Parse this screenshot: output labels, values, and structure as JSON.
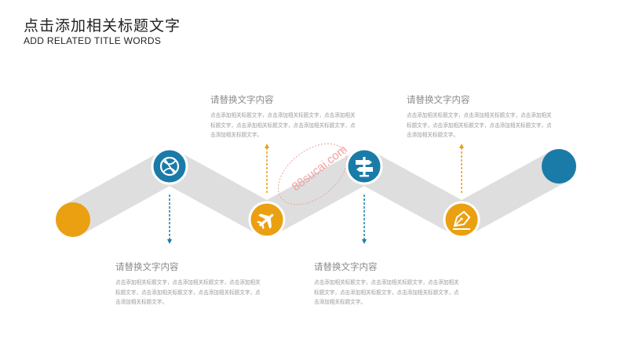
{
  "header": {
    "title": "点击添加相关标题文字",
    "subtitle": "ADD RELATED TITLE WORDS"
  },
  "colors": {
    "blue": "#1a7ba8",
    "orange": "#eaa010",
    "track": "#dedede",
    "text_gray": "#9a9a9a"
  },
  "icons": [
    "basketball-icon",
    "airplane-icon",
    "signpost-icon",
    "pen-nib-icon"
  ],
  "blocks": [
    {
      "heading": "请替换文字内容",
      "text": "点击添加相关标题文字，点击添加相关标题文字，点击添加相关标题文字，点击添加相关标题文字，点击添加相关标题文字，点击添加相关标题文字。"
    },
    {
      "heading": "请替换文字内容",
      "text": "点击添加相关标题文字，点击添加相关标题文字，点击添加相关标题文字，点击添加相关标题文字，点击添加相关标题文字，点击添加相关标题文字。"
    },
    {
      "heading": "请替换文字内容",
      "text": "点击添加相关标题文字，点击添加相关标题文字，点击添加相关标题文字，点击添加相关标题文字，点击添加相关标题文字，点击添加相关标题文字。"
    },
    {
      "heading": "请替换文字内容",
      "text": "点击添加相关标题文字，点击添加相关标题文字，点击添加相关标题文字，点击添加相关标题文字，点击添加相关标题文字，点击添加相关标题文字。"
    }
  ],
  "watermark": "88sucai.com"
}
